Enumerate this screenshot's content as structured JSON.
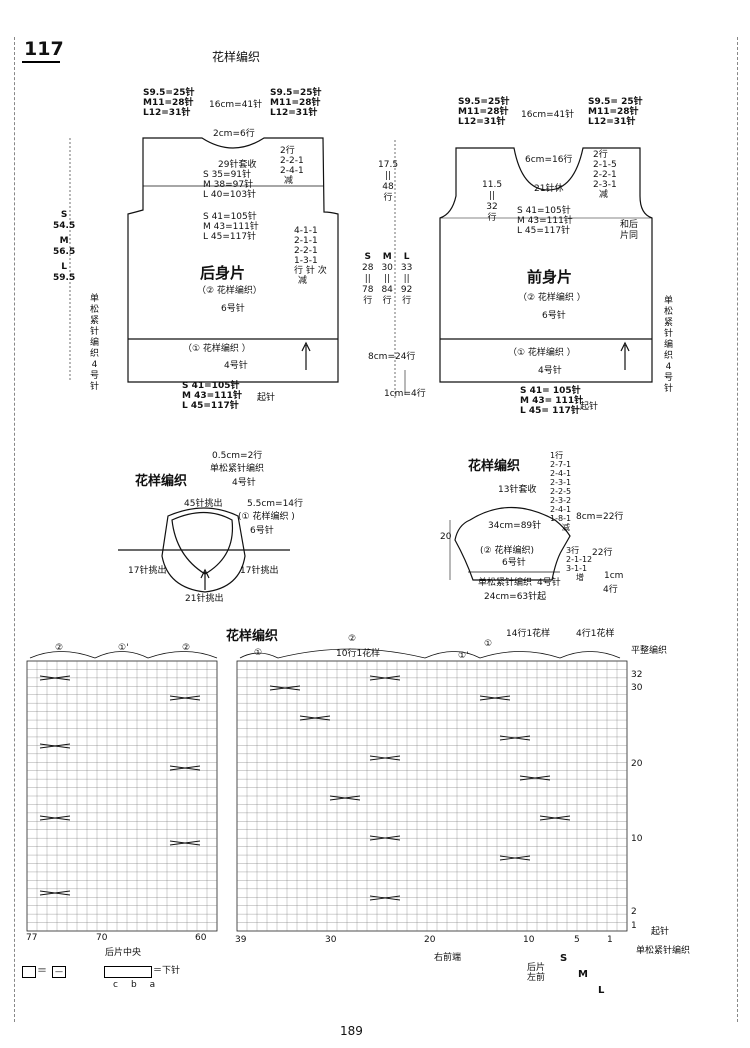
{
  "page": {
    "number_label": "117",
    "title": "花样编织",
    "page_number": "189"
  },
  "back": {
    "top_left": [
      "S9.5=25针",
      "M11=28针",
      "L12=31针"
    ],
    "top_mid": "16cm=41针",
    "top_right": [
      "S9.5=25针",
      "M11=28针",
      "L12=31针"
    ],
    "neck_depth": "2cm=6行",
    "bind_off": "29针套收",
    "neck_dec": [
      "2行",
      "2-2-1",
      "2-4-1"
    ],
    "neck_dec_label": "减",
    "shoulder": [
      "S 35=91针",
      "M 38=97针",
      "L 40=103针"
    ],
    "body": [
      "S 41=105针",
      "M 43=111针",
      "L 45=117针"
    ],
    "arm_dec": [
      "4-1-1",
      "2-1-1",
      "2-2-1",
      "1-3-1"
    ],
    "arm_dec_label": [
      "行",
      "针",
      "次"
    ],
    "arm_dec_label2": "减",
    "name": "后身片",
    "pattern": "（② 花样编织）",
    "needle": "6号针",
    "rib_pattern": "（① 花样编织 ）",
    "rib_needle": "4号针",
    "bottom": [
      "S 41=105针",
      "M 43=111针",
      "L 45=117针"
    ],
    "cast_on": "起针",
    "side_heights": [
      {
        "s": "S",
        "v": "54.5"
      },
      {
        "s": "M",
        "v": "56.5"
      },
      {
        "s": "L",
        "v": "59.5"
      }
    ],
    "rib_label": [
      "单",
      "松",
      "紧",
      "针",
      "编",
      "织",
      "4",
      "号",
      "针"
    ]
  },
  "center": {
    "armhole": [
      "17.5",
      "||",
      "48",
      "行"
    ],
    "cols": [
      {
        "size": "S",
        "vals": [
          "28",
          "||",
          "78",
          "行"
        ]
      },
      {
        "size": "M",
        "vals": [
          "30",
          "||",
          "84",
          "行"
        ]
      },
      {
        "size": "L",
        "vals": [
          "33",
          "||",
          "92",
          "行"
        ]
      }
    ],
    "rib_h": "8cm=24行",
    "hem_h": "1cm=4行"
  },
  "front": {
    "top_left": [
      "S9.5=25针",
      "M11=28针",
      "L12=31针"
    ],
    "top_mid": "16cm=41针",
    "top_right": [
      "S9.5= 25针",
      "M11=28针",
      "L12=31针"
    ],
    "neck_w": "6cm=16行",
    "neck_depth": [
      "11.5",
      "||",
      "32",
      "行"
    ],
    "neck_dec": [
      "2行",
      "2-1-5",
      "2-2-1",
      "2-3-1"
    ],
    "neck_dec_label": "减",
    "hold": "21针休",
    "body": [
      "S 41=105针",
      "M 43=111针",
      "L 45=117针"
    ],
    "same_as_back": [
      "和",
      "后",
      "片",
      "同"
    ],
    "name": "前身片",
    "pattern": "（② 花样编织 ）",
    "needle": "6号针",
    "rib_pattern": "（① 花样编织 ）",
    "rib_needle": "4号针",
    "bottom": [
      "S 41= 105针",
      "M 43= 111针",
      "L 45= 117针"
    ],
    "cast_on": "起针",
    "rib_label": [
      "单",
      "松",
      "紧",
      "针",
      "编",
      "织",
      "4",
      "号",
      "针"
    ]
  },
  "collar": {
    "title": "花样编织",
    "depth": "0.5cm=2行",
    "rib": "单松紧针编织",
    "needle4": "4号针",
    "pick_up_45": "45针挑出",
    "height": "5.5cm=14行",
    "pattern": "(① 花样编织 )",
    "needle6": "6号针",
    "pick_up_17a": "17针挑出",
    "pick_up_17b": "17针挑出",
    "pick_up_21": "21针挑出"
  },
  "sleeve": {
    "title": "花样编织",
    "bind_off": "13针套收",
    "top_rows": [
      "1行",
      "2-7-1",
      "2-4-1",
      "2-3-1",
      "2-2-5",
      "2-3-2",
      "2-4-1",
      "1-8-1"
    ],
    "top_dec": "减",
    "width": "34cm=89针",
    "cap_h": "8cm=22行",
    "side_h": "22行",
    "height_label": "20",
    "pattern": "(② 花样编织)",
    "needle": "6号针",
    "side_inc": [
      "3行",
      "2-1-12",
      "3-1-1"
    ],
    "inc_label": "增",
    "rib": "单松紧针编织",
    "rib_needle": "4号针",
    "rib_h": "1cm",
    "rib_rows": "4行",
    "cast_on": "24cm=63针起"
  },
  "chart": {
    "title": "花样编织",
    "left_marks": [
      "②",
      "①'",
      "②"
    ],
    "right_marks": [
      "①",
      "②",
      "①",
      "①'"
    ],
    "repeat10": "10行1花样",
    "repeat14": "14行1花样",
    "repeat4": "4行1花样",
    "flat": "平整编织",
    "row_numbers": [
      "32",
      "30",
      "20",
      "10",
      "2",
      "1"
    ],
    "col_left": [
      "77",
      "70",
      "60"
    ],
    "col_right": [
      "39",
      "30",
      "20",
      "10",
      "5",
      "1"
    ],
    "back_center": "后片中央",
    "front_edge": "右前端",
    "front_side": [
      "后片",
      "左前"
    ],
    "sizes": [
      "S",
      "M",
      "L"
    ],
    "cast_on": "起针",
    "rib": "单松紧针编织",
    "legend_equal": "＝",
    "legend_knit": "＝下针",
    "legend_cba": [
      "c",
      "b",
      "a"
    ]
  }
}
